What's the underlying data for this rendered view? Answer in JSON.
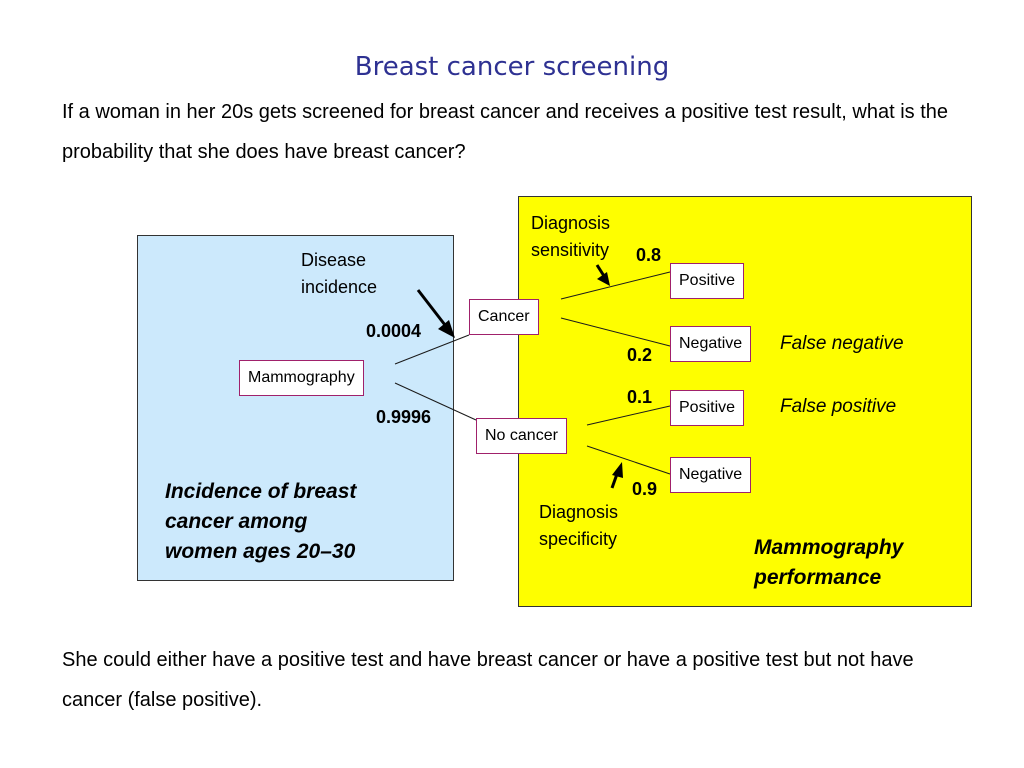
{
  "title": "Breast cancer screening",
  "question": "If a woman in her 20s gets screened for breast cancer and receives a positive test result, what is the probability that she does have breast cancer?",
  "conclusion": "She could either have a positive test and have breast cancer or have a positive test but not have cancer (false positive).",
  "incidence_panel": {
    "caption": "Incidence of breast\ncancer among\nwomen ages 20–30",
    "label_line1": "Disease",
    "label_line2": "incidence"
  },
  "performance_panel": {
    "caption": "Mammography\nperformance",
    "sensitivity_line1": "Diagnosis",
    "sensitivity_line2": "sensitivity",
    "specificity_line1": "Diagnosis",
    "specificity_line2": "specificity"
  },
  "nodes": {
    "root": "Mammography",
    "cancer": "Cancer",
    "no_cancer": "No cancer",
    "cancer_positive": "Positive",
    "cancer_negative": "Negative",
    "nocancer_positive": "Positive",
    "nocancer_negative": "Negative"
  },
  "probabilities": {
    "cancer": "0.0004",
    "no_cancer": "0.9996",
    "true_positive": "0.8",
    "false_negative": "0.2",
    "false_positive": "0.1",
    "true_negative": "0.9"
  },
  "outcome_labels": {
    "false_negative": "False negative",
    "false_positive": "False positive"
  },
  "colors": {
    "title": "#2e3192",
    "incidence_panel": "#cce9fc",
    "performance_panel": "#fefe00",
    "node_border": "#a0216b"
  }
}
